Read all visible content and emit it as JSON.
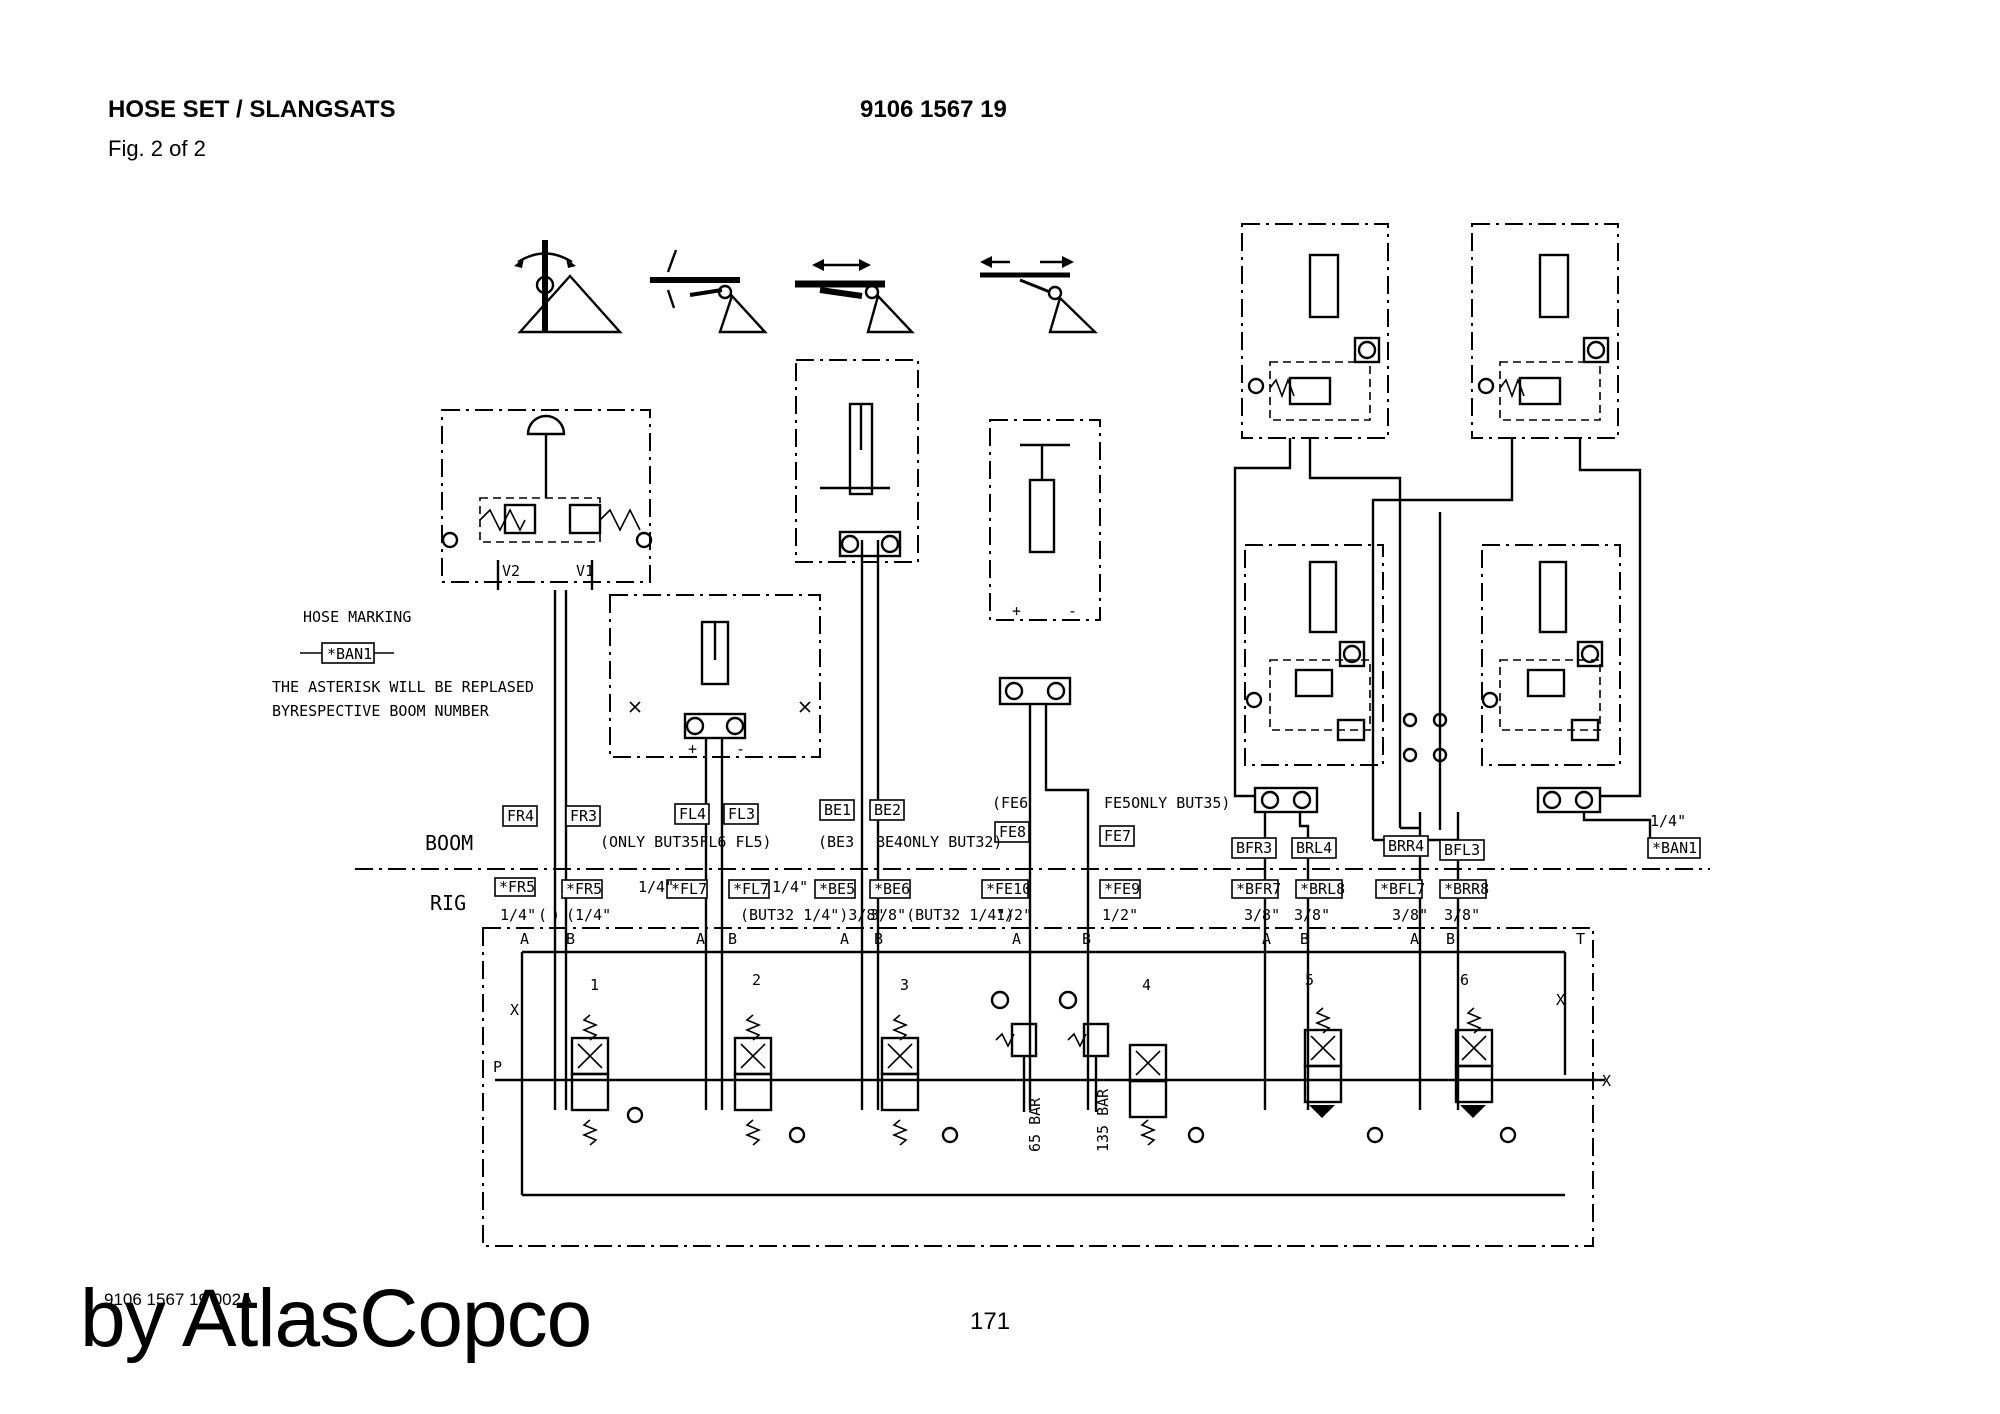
{
  "header": {
    "title": "HOSE SET / SLANGSATS",
    "part_number": "9106 1567 19",
    "figure": "Fig. 2 of 2"
  },
  "footer": {
    "doc_ref": "9106 1567 19 002A",
    "page_number": "171",
    "watermark": "by AtlasCopco"
  },
  "legend": {
    "heading": "HOSE MARKING",
    "sample_tag": "*BAN1",
    "note_line1": "THE ASTERISK WILL BE REPLASED",
    "note_line2": "BYRESPECTIVE BOOM NUMBER"
  },
  "zones": {
    "boom": "BOOM",
    "rig": "RIG"
  },
  "boom_tags": [
    "FR4",
    "FR3",
    "FL4",
    "FL3",
    "BE1",
    "BE2",
    "FE8",
    "FE7",
    "BFR3",
    "BRL4",
    "BRR4",
    "BFL3",
    "*BAN1"
  ],
  "boom_notes": {
    "fl_note": "(ONLY BUT35FL6 FL5)",
    "be_note_a": "(BE3",
    "be_note_b": "BE4ONLY BUT32)",
    "fe6": "(FE6",
    "fe5": "FE5ONLY BUT35)",
    "ban_size": "1/4\""
  },
  "rig_tags": [
    "*FR5",
    "*FR5",
    "*FL7",
    "*FL7",
    "*BE5",
    "*BE6",
    "*FE10",
    "*FE9",
    "*BFR7",
    "*BRL8",
    "*BFL7",
    "*BRR8"
  ],
  "rig_sizes": {
    "fr5a": "1/4\"",
    "paren_a": "(",
    "paren_b": ")",
    "fr5b": "(1/4\"",
    "fl7a": "1/4\"",
    "fl7b": "1/4\"",
    "but32a": "(BUT32 1/4\")3/8\"",
    "but32b": "3/8\"(BUT32 1/4\")",
    "fe10": "1/2\"",
    "fe9": "1/2\"",
    "bfr7": "3/8\"",
    "brl8": "3/8\"",
    "bfl7": "3/8\"",
    "brr8": "3/8\""
  },
  "port_labels": {
    "v2": "V2",
    "v1": "V1",
    "a": "A",
    "b": "B",
    "t": "T",
    "p": "P",
    "plus": "+",
    "minus": "-",
    "x": "X"
  },
  "sections": [
    "1",
    "2",
    "3",
    "4",
    "5",
    "6"
  ],
  "relief_values": [
    "65 BAR",
    "135 BAR"
  ]
}
